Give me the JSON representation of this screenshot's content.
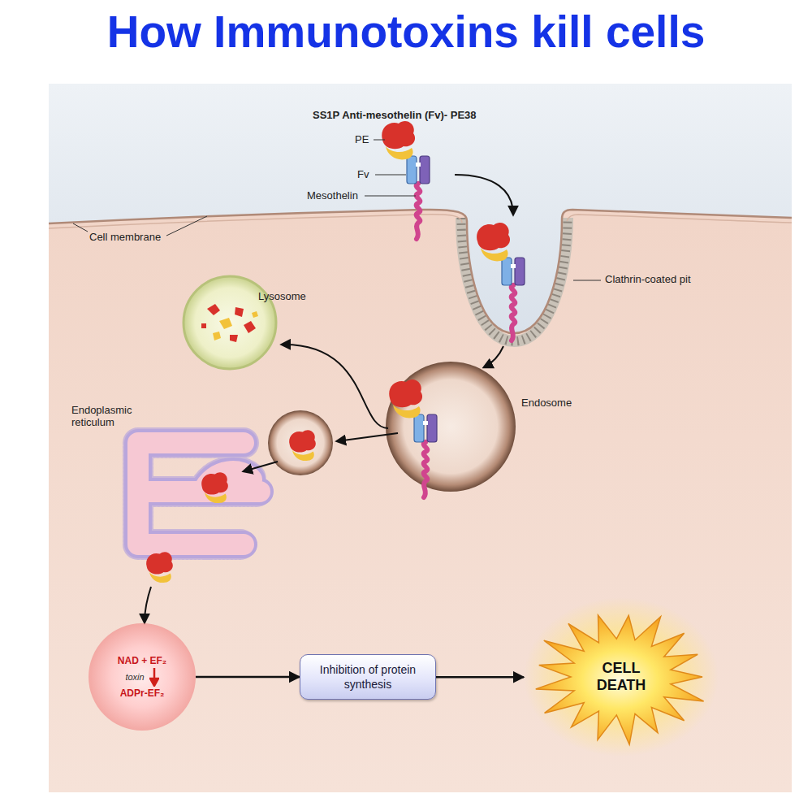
{
  "diagram": {
    "title": "How Immunotoxins kill cells",
    "nodes": [
      {
        "text": [
          "NAD + EF₂",
          "toxin",
          "ADPr-EF₂"
        ]
      },
      {
        "text": [
          "Inhibition of protein synthesis"
        ]
      },
      {
        "text": [
          "CELL DEATH"
        ]
      }
    ],
    "edges": [
      {
        "from": 0,
        "to": 1,
        "arrow": "to"
      },
      {
        "from": 1,
        "to": 2,
        "arrow": "to"
      }
    ],
    "labels": [
      "SS1P Anti-mesothelin (Fv)- PE38",
      "PE",
      "Fv",
      "Mesothelin",
      "Cell membrane",
      "Clathrin-coated pit",
      "Lysosome",
      "Endosome",
      "Endoplasmic reticulum"
    ]
  }
}
